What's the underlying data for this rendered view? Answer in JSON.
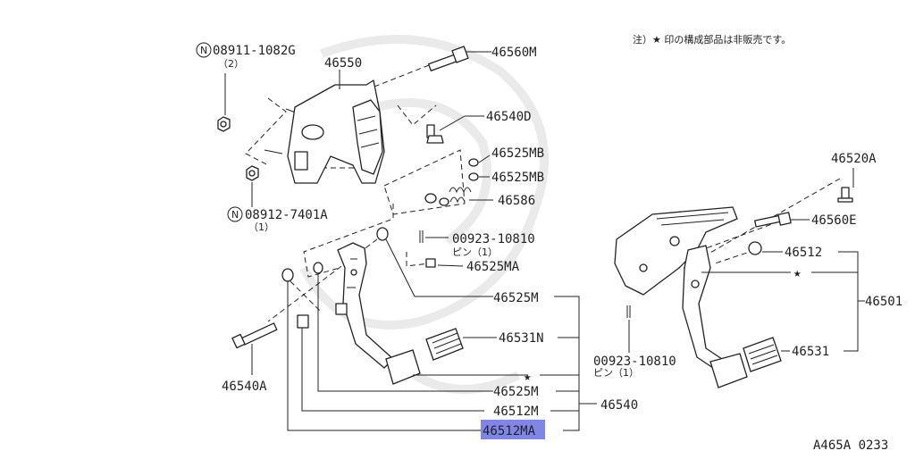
{
  "note": "注）★ 印の構成部品は非販売です。",
  "diagram_code": "A465A 0233",
  "star_symbol": "★",
  "highlight_color": "#7f86e8",
  "left_assembly": {
    "nut_top": {
      "code": "08911-1082G",
      "qty": "（2）",
      "symbol": "N"
    },
    "nut_bottom": {
      "code": "08912-7401A",
      "qty": "（1）",
      "symbol": "N"
    },
    "bracket": "46550",
    "bolt": "46560M",
    "bolt_small": "46540D",
    "bushing_1": "46525MB",
    "bushing_2": "46525MB",
    "spring": "46586",
    "pin": {
      "code": "00923-10810",
      "qty": "ピン（1）"
    },
    "clip": "46525MA",
    "bushing_m": "46525M",
    "pad": "46531N",
    "bushing_m2": "46525M",
    "pedal_m": "46512M",
    "pedal_ma": "46512MA",
    "bolt_long": "46540A",
    "assembly": "46540"
  },
  "right_assembly": {
    "clip": "46520A",
    "bolt": "46560E",
    "bushing": "46512",
    "assembly": "46501",
    "pin": {
      "code": "00923-10810",
      "qty": "ピン（1）"
    },
    "pad": "46531"
  }
}
